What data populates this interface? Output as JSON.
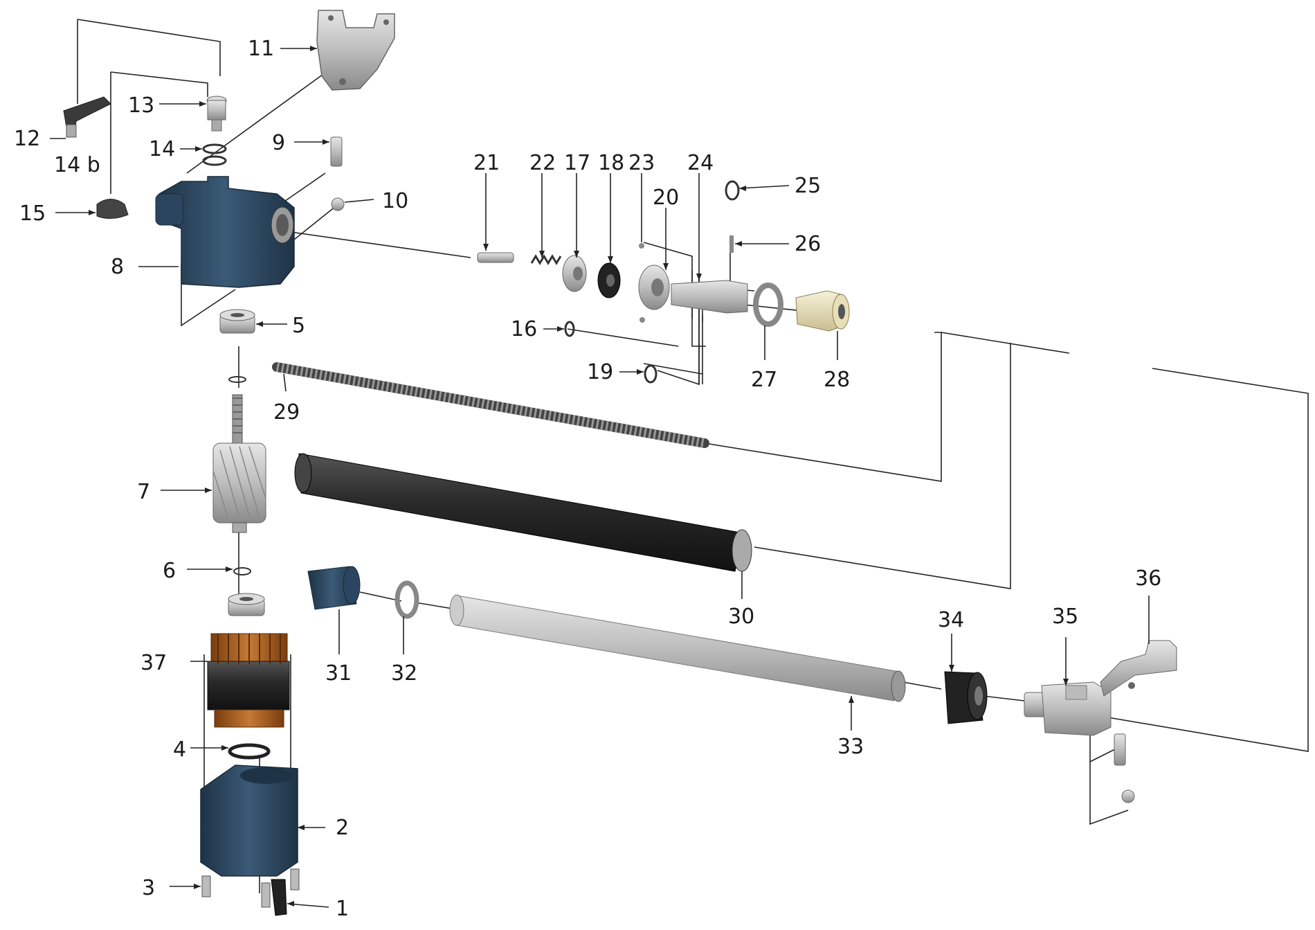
{
  "callouts": {
    "c1": "1",
    "c2": "2",
    "c3": "3",
    "c4": "4",
    "c5": "5",
    "c6": "6",
    "c7": "7",
    "c8": "8",
    "c9": "9",
    "c10": "10",
    "c11": "11",
    "c12": "12",
    "c13": "13",
    "c14": "14",
    "c14b": "14 b",
    "c15": "15",
    "c16": "16",
    "c17": "17",
    "c18": "18",
    "c19": "19",
    "c20": "20",
    "c21": "21",
    "c22": "22",
    "c23": "23",
    "c24": "24",
    "c25": "25",
    "c26": "26",
    "c27": "27",
    "c28": "28",
    "c29": "29",
    "c30": "30",
    "c31": "31",
    "c32": "32",
    "c33": "33",
    "c34": "34",
    "c35": "35",
    "c36": "36",
    "c37": "37"
  },
  "colors": {
    "housing": "#2f4a62",
    "housing_dark": "#1f3347",
    "metal": "#c9c9c9",
    "metal_dark": "#8f8f8f",
    "tube_black": "#2a2a2a",
    "copper": "#b5651d",
    "brass": "#e8dfb8"
  }
}
